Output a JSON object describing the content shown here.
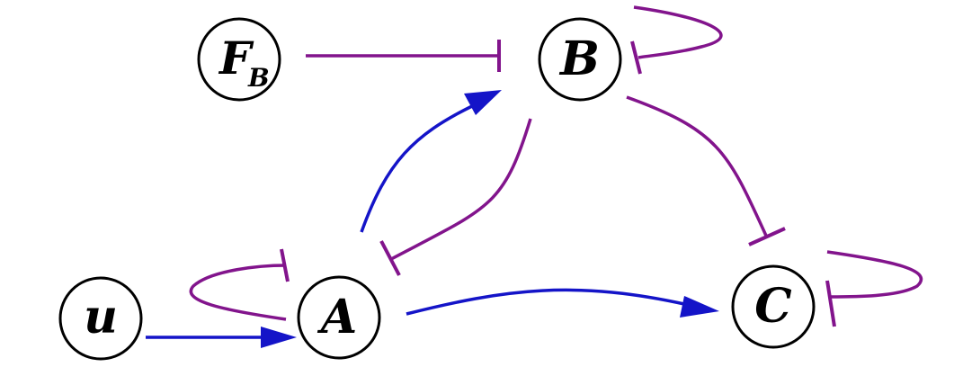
{
  "colors": {
    "activation": "#1414c8",
    "inhibition": "#82148c",
    "node_stroke": "#000000"
  },
  "nodes": [
    {
      "id": "FB",
      "label": "F",
      "sub": "B"
    },
    {
      "id": "B",
      "label": "B"
    },
    {
      "id": "u",
      "label": "u"
    },
    {
      "id": "A",
      "label": "A"
    },
    {
      "id": "C",
      "label": "C"
    }
  ],
  "edges": [
    {
      "from": "FB",
      "to": "B",
      "type": "inhibition"
    },
    {
      "from": "B",
      "to": "B",
      "type": "inhibition",
      "self": true
    },
    {
      "from": "u",
      "to": "A",
      "type": "activation"
    },
    {
      "from": "A",
      "to": "A",
      "type": "inhibition",
      "self": true
    },
    {
      "from": "A",
      "to": "B",
      "type": "activation"
    },
    {
      "from": "B",
      "to": "A",
      "type": "inhibition"
    },
    {
      "from": "B",
      "to": "C",
      "type": "inhibition"
    },
    {
      "from": "A",
      "to": "C",
      "type": "activation"
    },
    {
      "from": "C",
      "to": "C",
      "type": "inhibition",
      "self": true
    }
  ]
}
